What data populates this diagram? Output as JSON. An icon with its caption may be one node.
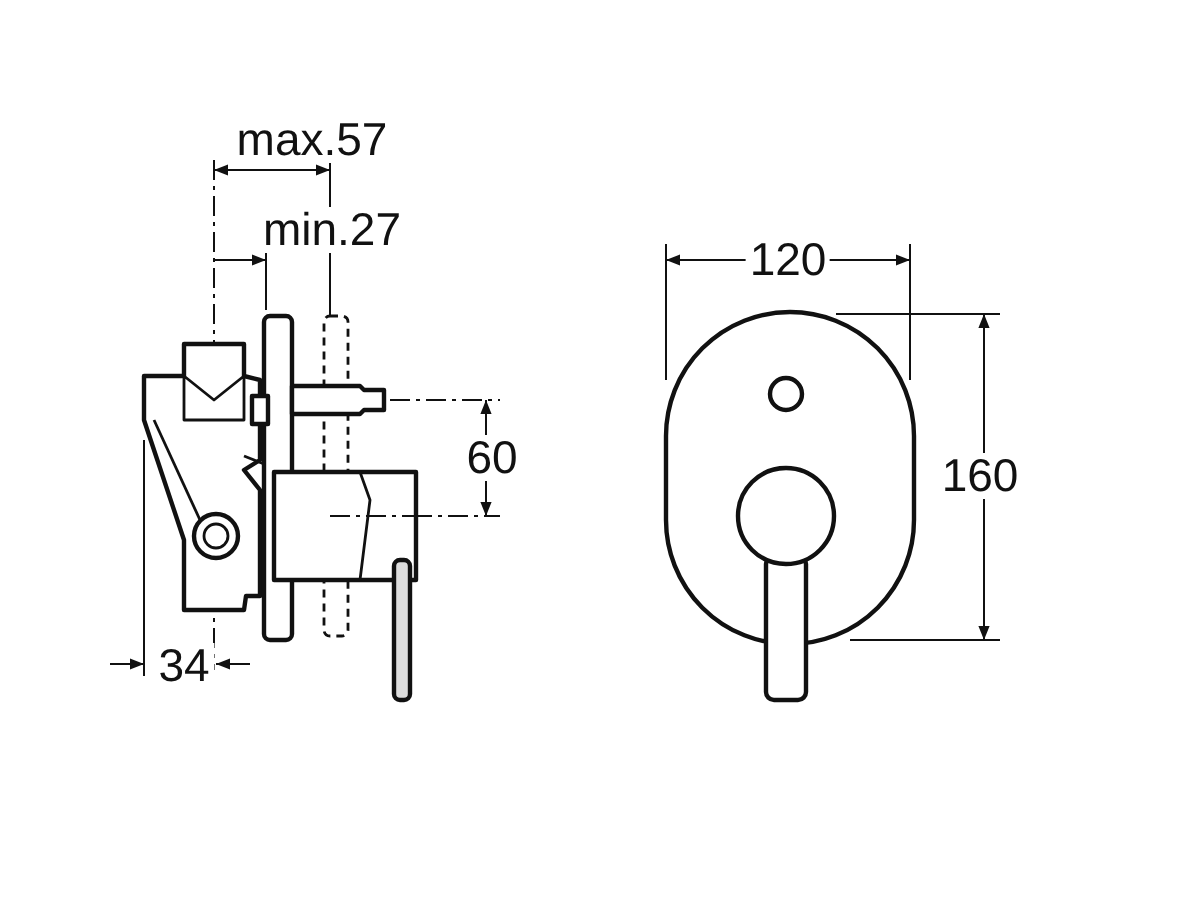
{
  "diagram": {
    "labels": [
      "max.57",
      "min.27",
      "60",
      "34",
      "120",
      "160"
    ]
  }
}
